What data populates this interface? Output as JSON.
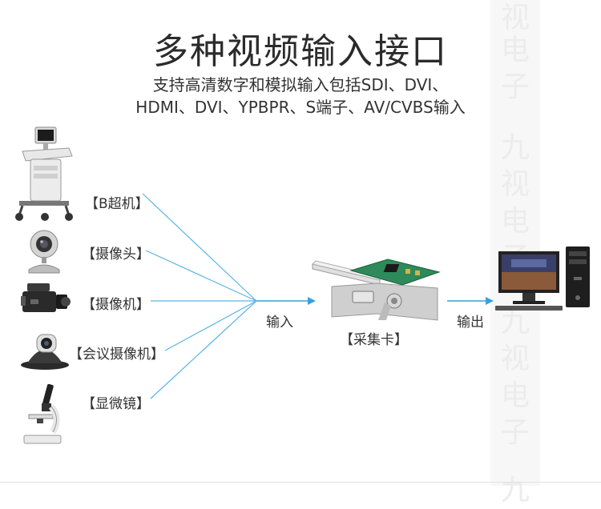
{
  "title": "多种视频输入接口",
  "subtitle_line1": "支持高清数字和模拟输入包括SDI、DVI、",
  "subtitle_line2": "HDMI、DVI、YPBPR、S端子、AV/CVBS输入",
  "watermark": [
    "视",
    "电",
    "子",
    "九",
    "视",
    "电",
    "子",
    "九",
    "视",
    "电",
    "子",
    "九"
  ],
  "sources": [
    {
      "label": "【B超机】",
      "icon": "ultrasound-machine-icon"
    },
    {
      "label": "【摄像头】",
      "icon": "webcam-icon"
    },
    {
      "label": "【摄像机】",
      "icon": "camcorder-icon"
    },
    {
      "label": "【会议摄像机】",
      "icon": "ptz-camera-icon"
    },
    {
      "label": "【显微镜】",
      "icon": "microscope-icon"
    }
  ],
  "input_label": "输入",
  "card_label": "【采集卡】",
  "output_label": "输出",
  "colors": {
    "line": "#5ab4e5",
    "arrow": "#3aa0dc",
    "text": "#333333",
    "pcb": "#2e8a5a"
  }
}
